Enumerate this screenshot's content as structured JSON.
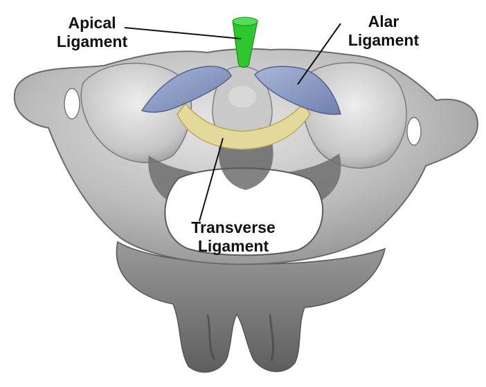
{
  "labels": {
    "apical": {
      "line1": "Apical",
      "line2": "Ligament"
    },
    "alar": {
      "line1": "Alar",
      "line2": "Ligament"
    },
    "transverse": {
      "line1": "Transverse",
      "line2": "Ligament"
    }
  },
  "colors": {
    "bone": "#bdbdbd",
    "bone_dark": "#7c7c7c",
    "bone_light": "#d9d9d9",
    "apical_ligament": "#2ec82e",
    "alar_ligament": "#8fa0c8",
    "transverse_ligament": "#e3d99a",
    "leader_line": "#111111"
  }
}
